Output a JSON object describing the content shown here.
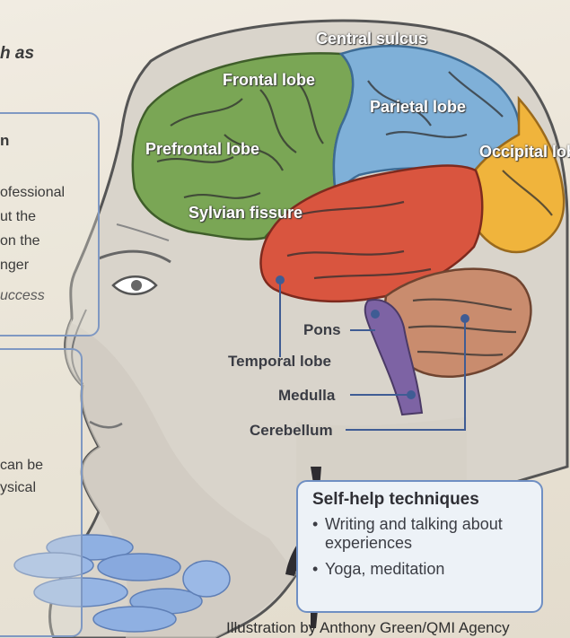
{
  "brain_labels": {
    "central_sulcus": "Central sulcus",
    "frontal_lobe": "Frontal lobe",
    "parietal_lobe": "Parietal lobe",
    "prefrontal_lobe": "Prefrontal lobe",
    "occipital_lobe": "Occipital lobe",
    "sylvian_fissure": "Sylvian fissure",
    "pons": "Pons",
    "temporal_lobe": "Temporal lobe",
    "medulla": "Medulla",
    "cerebellum": "Cerebellum"
  },
  "left_column": {
    "heading_fragment": "h as",
    "box1_title_fragment": "n",
    "box1_lines": [
      "ofessional",
      "ut the",
      "on the",
      "nger",
      "uccess"
    ],
    "box2_lines": [
      "can be",
      "ysical"
    ]
  },
  "self_help": {
    "title": "Self-help techniques",
    "items": [
      "Writing and talking about experiences",
      "Yoga, meditation"
    ],
    "bullet": "•"
  },
  "credit": "Illustration by Anthony Green/QMI Agency",
  "colors": {
    "frontal_lobe": "#7aa655",
    "parietal_lobe": "#7fb0d8",
    "occipital_lobe": "#f0b43c",
    "temporal_lobe": "#d9553f",
    "cerebellum": "#c98c6e",
    "brainstem": "#7d63a4",
    "box_border": "#6f8fc3"
  }
}
